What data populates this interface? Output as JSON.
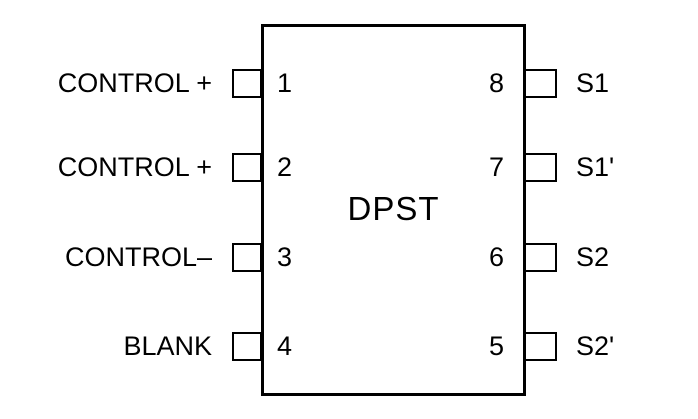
{
  "chip": {
    "title": "DPST"
  },
  "pins": {
    "left": [
      {
        "number": "1",
        "label": "CONTROL +"
      },
      {
        "number": "2",
        "label": "CONTROL +"
      },
      {
        "number": "3",
        "label": "CONTROL–"
      },
      {
        "number": "4",
        "label": "BLANK"
      }
    ],
    "right": [
      {
        "number": "8",
        "label": "S1"
      },
      {
        "number": "7",
        "label": "S1'"
      },
      {
        "number": "6",
        "label": "S2"
      },
      {
        "number": "5",
        "label": "S2'"
      }
    ]
  },
  "colors": {
    "line": "#000000",
    "background": "#ffffff"
  }
}
